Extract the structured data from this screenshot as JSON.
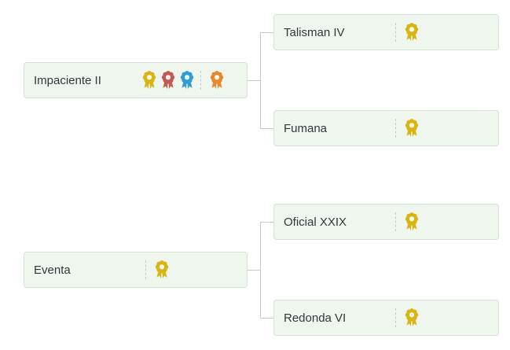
{
  "colors": {
    "background": "#ffffff",
    "box_bg": "#eef6ee",
    "box_border": "#d3e3d3",
    "connector": "#c6cbc6",
    "divider": "#c8c8c8",
    "text": "#33373c"
  },
  "rosette_colors": {
    "yellow": "#d9b513",
    "red": "#c35954",
    "blue": "#2f9cd6",
    "orange": "#e6882b"
  },
  "tree": {
    "nodes": [
      {
        "id": "impaciente-ii",
        "label": "Impaciente II",
        "awards": [
          "yellow",
          "red",
          "blue"
        ],
        "result": [
          "orange"
        ]
      },
      {
        "id": "talisman-iv",
        "label": "Talisman IV",
        "awards": [],
        "result": [
          "yellow"
        ]
      },
      {
        "id": "fumana",
        "label": "Fumana",
        "awards": [],
        "result": [
          "yellow"
        ]
      },
      {
        "id": "oficial-xxix",
        "label": "Oficial XXIX",
        "awards": [],
        "result": [
          "yellow"
        ]
      },
      {
        "id": "eventa",
        "label": "Eventa",
        "awards": [],
        "result": [
          "yellow"
        ]
      },
      {
        "id": "redonda-vi",
        "label": "Redonda VI",
        "awards": [],
        "result": [
          "yellow"
        ]
      }
    ]
  }
}
